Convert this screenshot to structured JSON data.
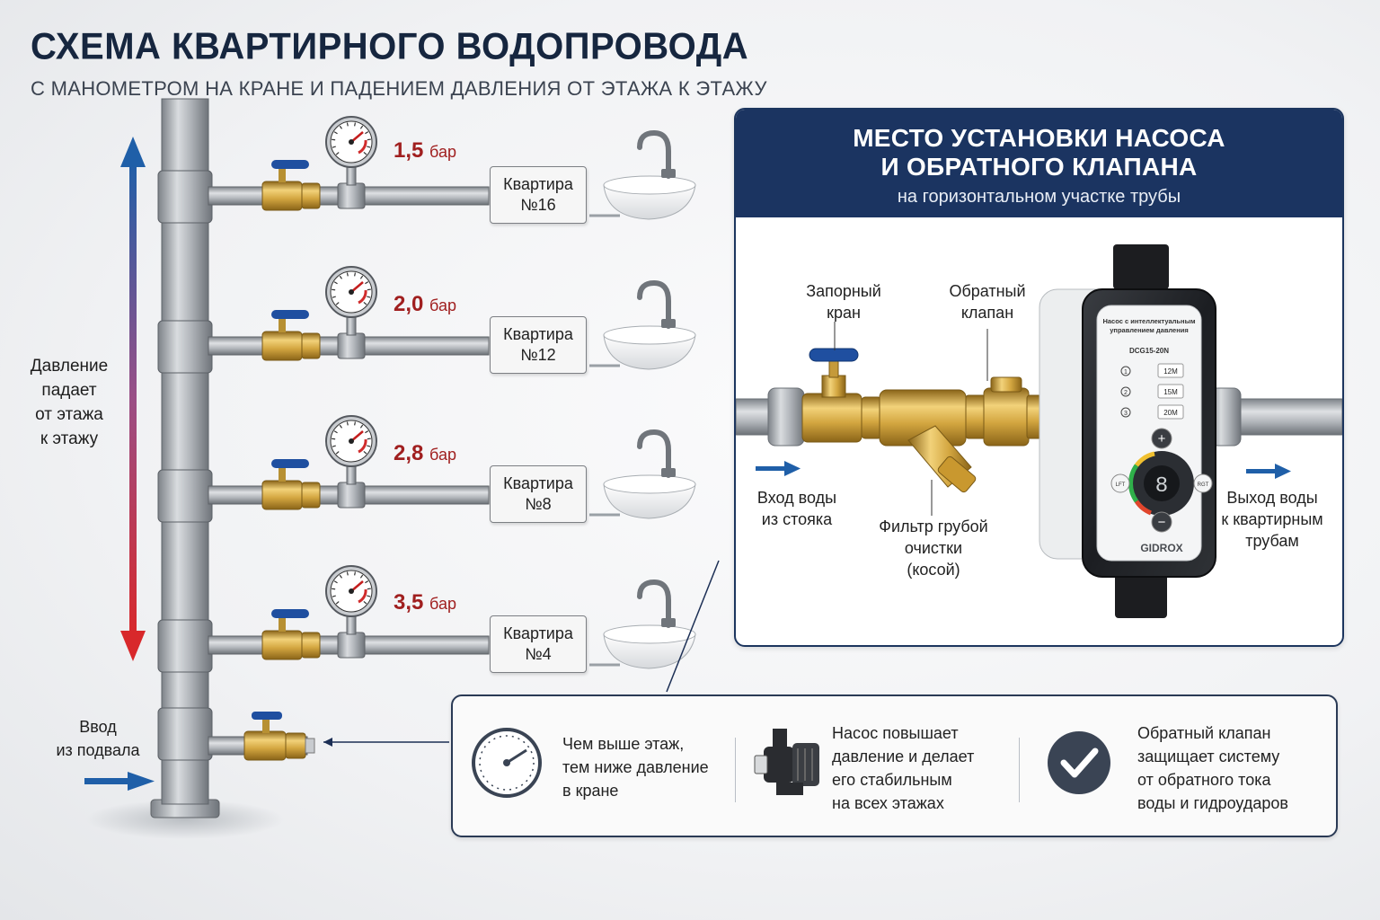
{
  "header": {
    "title": "СХЕМА КВАРТИРНОГО ВОДОПРОВОДА",
    "subtitle": "С МАНОМЕТРОМ НА КРАНЕ И ПАДЕНИЕМ ДАВЛЕНИЯ ОТ ЭТАЖА К ЭТАЖУ"
  },
  "floors": [
    {
      "pressure": "1,5",
      "unit": "бар",
      "apt_line1": "Квартира",
      "apt_line2": "№16"
    },
    {
      "pressure": "2,0",
      "unit": "бар",
      "apt_line1": "Квартира",
      "apt_line2": "№12"
    },
    {
      "pressure": "2,8",
      "unit": "бар",
      "apt_line1": "Квартира",
      "apt_line2": "№8"
    },
    {
      "pressure": "3,5",
      "unit": "бар",
      "apt_line1": "Квартира",
      "apt_line2": "№4"
    }
  ],
  "pressure_arrow": {
    "label_lines": [
      "Давление",
      "падает",
      "от этажа",
      "к этажу"
    ],
    "color_top": "#1f5fa8",
    "color_bottom": "#d8282b"
  },
  "inlet": {
    "label_lines": [
      "Ввод",
      "из подвала"
    ],
    "arrow_color": "#1f5fa8"
  },
  "panel": {
    "title_line1": "МЕСТО УСТАНОВКИ НАСОСА",
    "title_line2": "И ОБРАТНОГО КЛАПАНА",
    "subtitle": "на горизонтальном участке трубы",
    "label_valve": [
      "Запорный",
      "кран"
    ],
    "label_check": [
      "Обратный",
      "клапан"
    ],
    "label_filter": [
      "Фильтр грубой",
      "очистки",
      "(косой)"
    ],
    "label_in": [
      "Вход воды",
      "из стояка"
    ],
    "label_out": [
      "Выход воды",
      "к квартирным",
      "трубам"
    ],
    "pump": {
      "caption_line1": "Насос с интеллектуальным",
      "caption_line2": "управлением давления",
      "model": "DCG15-20N",
      "modes": [
        "12M",
        "15M",
        "20M"
      ],
      "mode_numbers": [
        "1",
        "2",
        "3"
      ],
      "display": "8",
      "left_key": "LFT",
      "right_key": "RGT",
      "brand": "GIDROX"
    }
  },
  "info": {
    "item1": [
      "Чем выше этаж,",
      "тем ниже давление",
      "в кране"
    ],
    "item2": [
      "Насос повышает",
      "давление и делает",
      "его стабильным",
      "на всех этажах"
    ],
    "item3": [
      "Обратный клапан",
      "защищает систему",
      "от обратного тока",
      "воды и гидроударов"
    ]
  },
  "colors": {
    "navy": "#1b3461",
    "pressure_red": "#a01f1f",
    "brass": "#d3a640",
    "valve_blue": "#1f4fa0",
    "check_circle": "#3a4454"
  }
}
